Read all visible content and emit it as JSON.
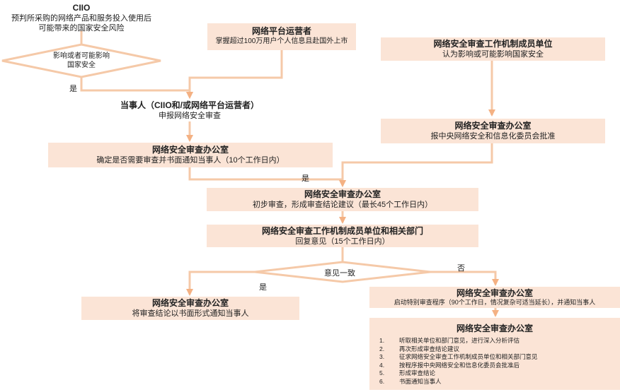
{
  "ciio": {
    "title": "CIIO",
    "text": "预判所采购的网络产品和服务投入使用后\n可能带来的国家安全风险"
  },
  "decision1": {
    "text": "影响或者可能影响\n国家安全",
    "yes": "是"
  },
  "platform": {
    "title": "网络平台运营者",
    "text": "掌握超过100万用户个人信息且赴国外上市"
  },
  "member_unit": {
    "title": "网络安全审查工作机制成员单位",
    "text": "认为影响或可能影响国家安全"
  },
  "party": {
    "title": "当事人（CIIO和/或网络平台运营者）",
    "text": "申报网络安全审查"
  },
  "office_report": {
    "title": "网络安全审查办公室",
    "text": "报中央网络安全和信息化委员会批准"
  },
  "office_confirm": {
    "title": "网络安全审查办公室",
    "text": "确定是否需要审查并书面通知当事人（10个工作日内）",
    "yes": "是"
  },
  "office_initial": {
    "title": "网络安全审查办公室",
    "text": "初步审查，形成审查结论建议（最长45个工作日内）"
  },
  "member_reply": {
    "title": "网络安全审查工作机制成员单位和相关部门",
    "text": "回复意见（15个工作日内）"
  },
  "decision2": {
    "text": "意见一致",
    "yes": "是",
    "no": "否"
  },
  "office_notify": {
    "title": "网络安全审查办公室",
    "text": "将审查结论以书面形式通知当事人"
  },
  "office_special": {
    "title": "网络安全审查办公室",
    "text": "启动特别审查程序（90个工作日，情况复杂可适当延长），并通知当事人"
  },
  "office_steps": {
    "title": "网络安全审查办公室",
    "items": [
      {
        "num": "1.",
        "text": "听取相关单位和部门意见，进行深入分析评估"
      },
      {
        "num": "2.",
        "text": "再次形成审查结论建议"
      },
      {
        "num": "3.",
        "text": "征求网络安全审查工作机制成员单位和相关部门意见"
      },
      {
        "num": "4.",
        "text": "按程序报中央网络安全和信息化委员会批准后"
      },
      {
        "num": "5.",
        "text": "形成审查结论"
      },
      {
        "num": "6.",
        "text": "书面通知当事人"
      }
    ]
  },
  "colors": {
    "box_fill": "#fbe4d6",
    "line": "#f5c9a8",
    "arrow": "#f4b183"
  }
}
